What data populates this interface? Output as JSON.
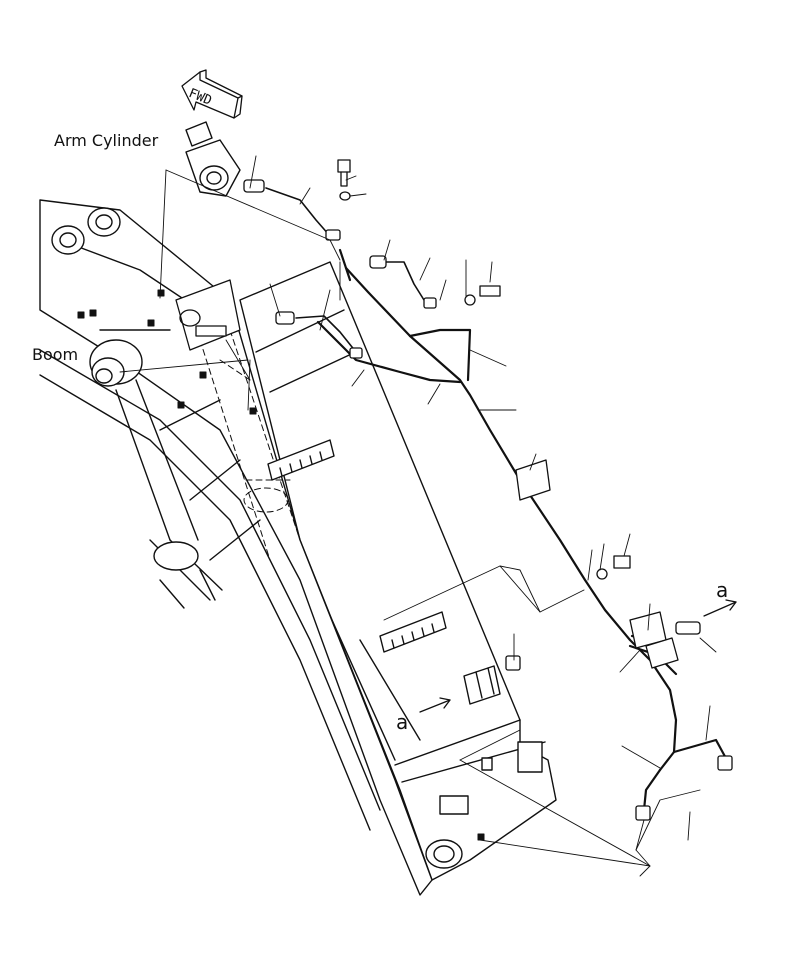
{
  "labels": {
    "arm_cylinder": "Arm Cylinder",
    "boom": "Boom",
    "fwd": "FWD",
    "view_a_arrow_right": "a",
    "view_a_arrow_left": "a"
  },
  "colors": {
    "line": "#111111",
    "thin": "#222222",
    "background": "#ffffff"
  }
}
